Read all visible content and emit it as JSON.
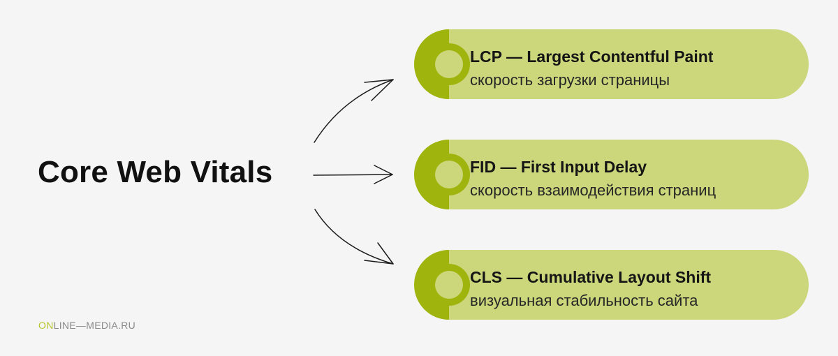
{
  "title": "Core Web Vitals",
  "items": [
    {
      "title": "LCP — Largest Contentful Paint",
      "subtitle": "скорость загрузки страницы"
    },
    {
      "title": "FID — First Input Delay",
      "subtitle": "скорость взаимодействия страниц"
    },
    {
      "title": "CLS — Cumulative Layout Shift",
      "subtitle": "визуальная стабильность сайта"
    }
  ],
  "brand": {
    "accent": "ON",
    "rest": "LINE—MEDIA.RU"
  },
  "colors": {
    "background": "#f5f5f5",
    "pill": "#ccd67b",
    "accent": "#9fb40c",
    "brand_accent": "#b8c72c"
  }
}
